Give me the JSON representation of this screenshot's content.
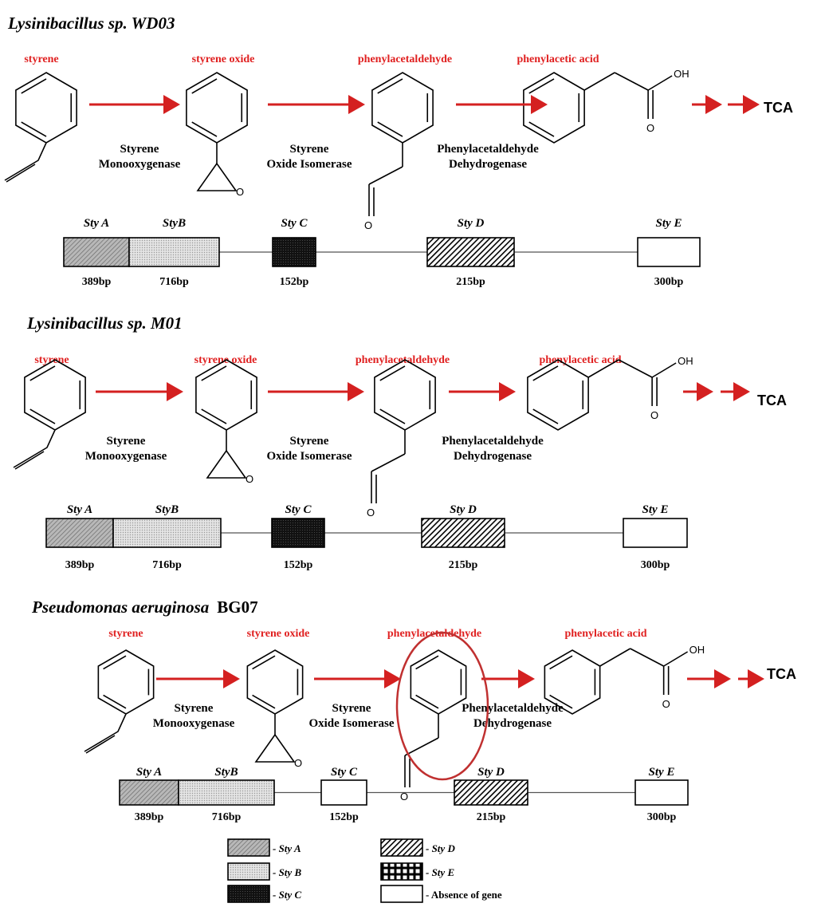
{
  "panels": [
    {
      "organism_italic": "Lysinibacillus sp. WD03",
      "organism_plain": "",
      "compounds": [
        "styrene",
        "styrene oxide",
        "phenylacetaldehyde",
        "phenylacetic acid"
      ],
      "enzymes": [
        [
          "Styrene",
          "Monooxygenase"
        ],
        [
          "Styrene",
          "Oxide Isomerase"
        ],
        [
          "Phenylacetaldehyde",
          "Dehydrogenase"
        ]
      ],
      "end_product": "TCA",
      "atoms": {
        "oh": "OH",
        "o_acid": "O",
        "o_epoxide": "O",
        "o_aldehyde": "O"
      },
      "genes": [
        {
          "name": "Sty A",
          "size": "389bp",
          "fill": "styA"
        },
        {
          "name": "StyB",
          "size": "716bp",
          "fill": "styB"
        },
        {
          "name": "Sty C",
          "size": "152bp",
          "fill": "styC"
        },
        {
          "name": "Sty D",
          "size": "215bp",
          "fill": "styD"
        },
        {
          "name": "Sty E",
          "size": "300bp",
          "fill": "absent"
        }
      ]
    },
    {
      "organism_italic": "Lysinibacillus sp. M01",
      "organism_plain": "",
      "compounds": [
        "styrene",
        "styrene oxide",
        "phenylacetaldehyde",
        "phenylacetic acid"
      ],
      "enzymes": [
        [
          "Styrene",
          "Monooxygenase"
        ],
        [
          "Styrene",
          "Oxide Isomerase"
        ],
        [
          "Phenylacetaldehyde",
          "Dehydrogenase"
        ]
      ],
      "end_product": "TCA",
      "atoms": {
        "oh": "OH",
        "o_acid": "O",
        "o_epoxide": "O",
        "o_aldehyde": "O"
      },
      "genes": [
        {
          "name": "Sty A",
          "size": "389bp",
          "fill": "styA"
        },
        {
          "name": "StyB",
          "size": "716bp",
          "fill": "styB"
        },
        {
          "name": "Sty C",
          "size": "152bp",
          "fill": "styC"
        },
        {
          "name": "Sty D",
          "size": "215bp",
          "fill": "styD"
        },
        {
          "name": "Sty E",
          "size": "300bp",
          "fill": "absent"
        }
      ]
    },
    {
      "organism_italic": "Pseudomonas aeruginosa",
      "organism_plain": "BG07",
      "compounds": [
        "styrene",
        "styrene oxide",
        "phenylacetaldehyde",
        "phenylacetic acid"
      ],
      "enzymes": [
        [
          "Styrene",
          "Monooxygenase"
        ],
        [
          "Styrene",
          "Oxide Isomerase"
        ],
        [
          "Phenylacetaldehyde",
          "Dehydrogenase"
        ]
      ],
      "end_product": "TCA",
      "atoms": {
        "oh": "OH",
        "o_acid": "O",
        "o_epoxide": "O",
        "o_aldehyde": "O"
      },
      "genes": [
        {
          "name": "Sty A",
          "size": "389bp",
          "fill": "styA"
        },
        {
          "name": "StyB",
          "size": "716bp",
          "fill": "styB"
        },
        {
          "name": "Sty C",
          "size": "152bp",
          "fill": "absent"
        },
        {
          "name": "Sty D",
          "size": "215bp",
          "fill": "styD"
        },
        {
          "name": "Sty E",
          "size": "300bp",
          "fill": "absent"
        }
      ]
    }
  ],
  "legend": [
    {
      "label": "- Sty A",
      "fill": "styA"
    },
    {
      "label": "- Sty B",
      "fill": "styB"
    },
    {
      "label": "- Sty C",
      "fill": "styC"
    },
    {
      "label": "- Sty D",
      "fill": "styD"
    },
    {
      "label": "- Sty E",
      "fill": "styE"
    },
    {
      "label": "- Absence of gene",
      "fill": "absent"
    }
  ],
  "colors": {
    "arrow": "#d42020",
    "compound_label": "#e02020",
    "highlight_ellipse": "#c03030"
  }
}
